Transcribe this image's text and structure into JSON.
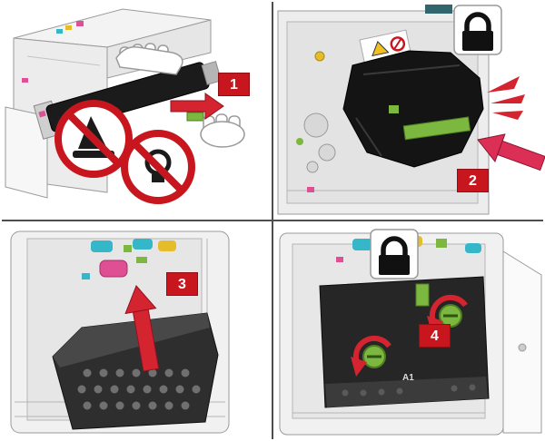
{
  "figure": {
    "name": "printer-imaging-unit-replacement-steps",
    "layout": "2x2-grid",
    "panel_count": 4
  },
  "steps": [
    {
      "number": "1",
      "illustration": "hold-imaging-unit-warnings"
    },
    {
      "number": "2",
      "illustration": "insert-imaging-unit-until-click"
    },
    {
      "number": "3",
      "illustration": "lift-out-waste-toner-bottle"
    },
    {
      "number": "4",
      "illustration": "turn-green-thumbscrews"
    }
  ],
  "labels": {
    "unit_label": "A1"
  },
  "icons": {
    "panel1": [
      "no-sharp-object-icon",
      "no-light-exposure-icon",
      "right-arrow-icon"
    ],
    "panel2": [
      "padlock-icon",
      "warning-label-icon",
      "snap-click-icon",
      "insert-arrow-icon"
    ],
    "panel3": [
      "up-arrow-icon"
    ],
    "panel4": [
      "padlock-icon",
      "rotate-arrow-icon",
      "rotate-arrow-icon"
    ]
  },
  "colors": {
    "step_badge": "#c8161e",
    "arrow_red": "#d42430",
    "prohibition_red": "#c8161e",
    "toner_cyan": "#35b6c9",
    "toner_magenta": "#df4f93",
    "toner_yellow": "#e5bd2a",
    "handle_green": "#7cb83f",
    "printer_light_gray": "#efefef",
    "outline_gray": "#9a9a9a",
    "dark_part": "#1e1e1e"
  }
}
